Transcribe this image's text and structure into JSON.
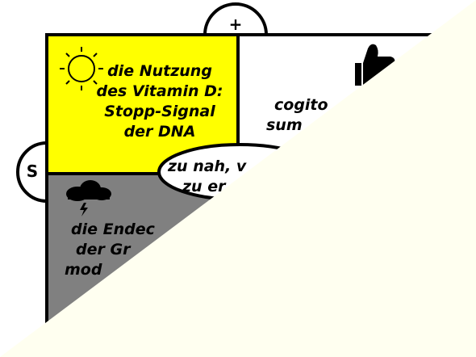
{
  "diagram": {
    "quadrant_top_left": {
      "lines": [
        "die Nutzung",
        "des Vitamin D:",
        "Stopp-Signal",
        "der DNA"
      ],
      "icon": "sun-icon",
      "color": "#ffff00"
    },
    "quadrant_top_right": {
      "lines": [
        "cogito",
        "sum"
      ],
      "icon": "thumbs-up-icon",
      "color": "#ffffff"
    },
    "quadrant_bottom_left": {
      "lines": [
        "die Endec",
        "der Gr",
        "mod"
      ],
      "icon": "storm-cloud-icon",
      "color": "#808080"
    },
    "center_ellipse": {
      "lines": [
        "zu nah, v",
        "zu er"
      ]
    },
    "plus_tab": {
      "symbol": "+"
    },
    "s_tab": {
      "symbol": "S"
    },
    "overlay_color": "#fffff0"
  }
}
